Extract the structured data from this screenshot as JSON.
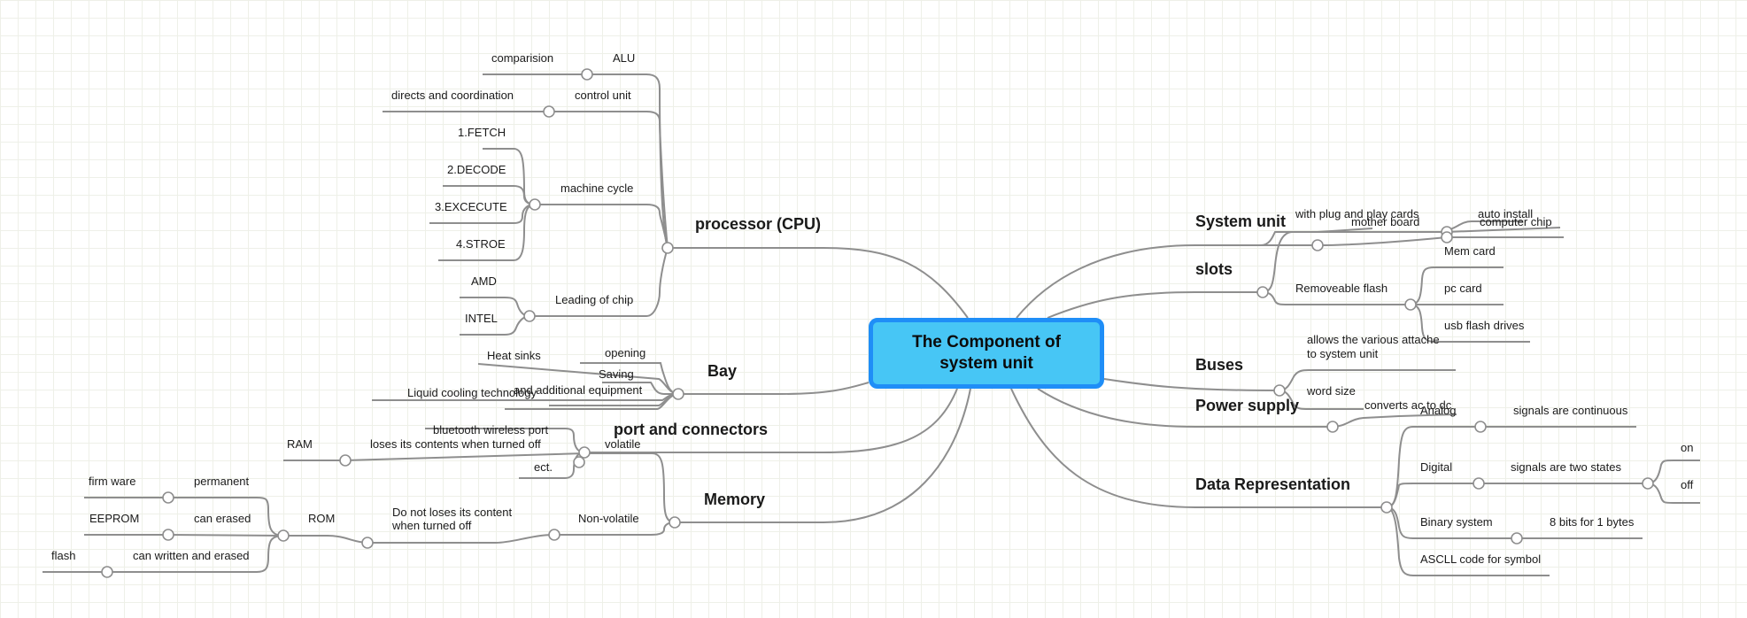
{
  "central": "The Component of system unit",
  "left": {
    "cpu": {
      "label": "processor (CPU)",
      "color": "#6c6cd6",
      "alu": {
        "label": "ALU",
        "child": "comparision"
      },
      "control_unit": {
        "label": "control unit",
        "child": "directs and coordination"
      },
      "machine_cycle": {
        "label": "machine cycle",
        "steps": [
          "1.FETCH",
          "2.DECODE",
          "3.EXCECUTE",
          "4.STROE"
        ]
      },
      "leading_chip": {
        "label": "Leading of chip",
        "items": [
          "AMD",
          "INTEL"
        ]
      }
    },
    "bay": {
      "label": "Bay",
      "color": "#c266c2",
      "opening": "opening",
      "saving": "Saving",
      "heat_sinks": "Heat sinks",
      "additional": "and additional equipment",
      "liquid": "Liquid cooling technology"
    },
    "ports": {
      "label": "port and connectors",
      "color": "#ff1a1a",
      "bluetooth": "bluetooth wireless port",
      "ect": "ect."
    },
    "memory": {
      "label": "Memory",
      "color": "#f39a5d",
      "volatile": {
        "label": "volatile",
        "child": "loses its contents when turned off",
        "leaf": "RAM"
      },
      "non_volatile": {
        "label": "Non-volatile",
        "child": "Do not loses its contents when turned off",
        "leaf": "ROM"
      },
      "rom": [
        {
          "type": "permanent",
          "example": "firm ware"
        },
        {
          "type": "can erased",
          "example": "EEPROM"
        },
        {
          "type": "can written and erased",
          "example": "flash"
        }
      ]
    }
  },
  "right": {
    "system_unit": {
      "label": "System unit",
      "color": "#3de63d",
      "board": "mother board",
      "plug": "with plug and play cards",
      "auto": "auto install",
      "chip": "computer chip"
    },
    "slots": {
      "label": "slots",
      "color": "#1fc7c7",
      "removable": "Removeable flash",
      "items": [
        "Mem card",
        "pc card",
        "usb flash drives"
      ]
    },
    "buses": {
      "label": "Buses",
      "color": "#2a2ae6",
      "desc": "allows the various attached to system unit",
      "word": "word size"
    },
    "power": {
      "label": "Power supply",
      "color": "#6b6b0f",
      "desc": "converts ac to dc"
    },
    "data_rep": {
      "label": "Data Representation",
      "color": "#a33a12",
      "analog": {
        "label": "Analog",
        "desc": "signals are continuous"
      },
      "digital": {
        "label": "Digital",
        "desc": "signals are two states",
        "states": [
          "on",
          "off"
        ]
      },
      "binary": {
        "label": "Binary system",
        "desc": "8 bits for 1 bytes"
      },
      "ascii": "ASCLL code for symbol"
    }
  }
}
